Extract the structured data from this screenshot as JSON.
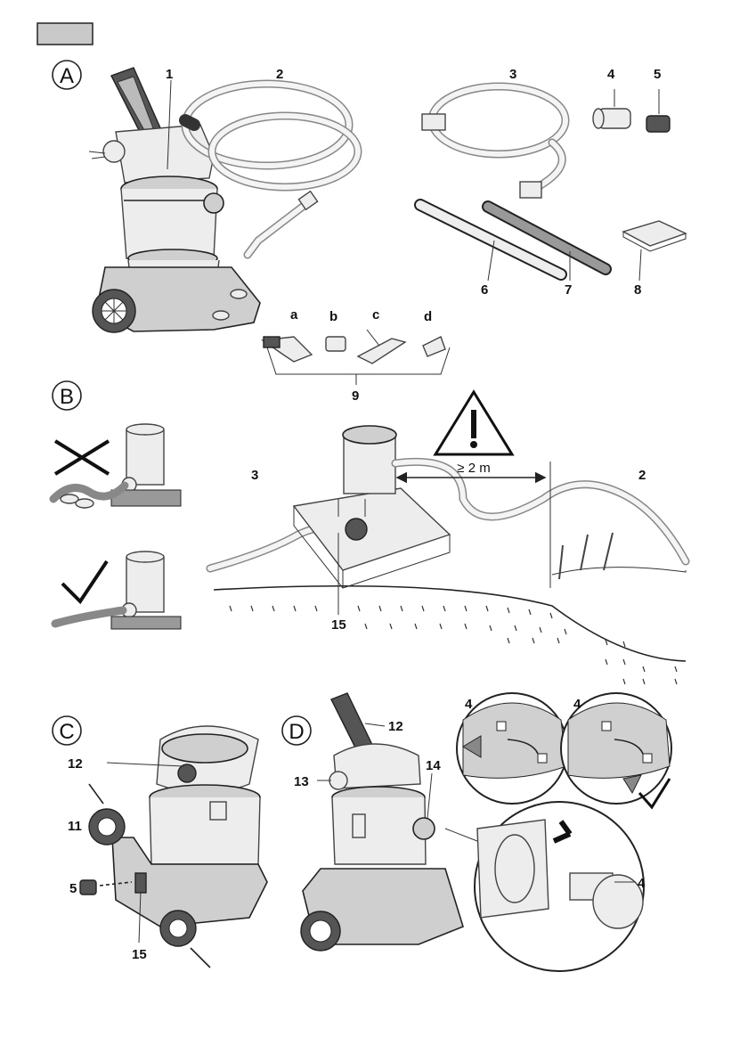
{
  "header": {
    "tab_color": "#c9c9c9"
  },
  "section_a": {
    "letter": "A",
    "labels": {
      "n1": "1",
      "n2": "2",
      "n3": "3",
      "n4": "4",
      "n5": "5",
      "n6": "6",
      "n7": "7",
      "n8": "8",
      "n9": "9",
      "a": "a",
      "b": "b",
      "c": "c",
      "d": "d"
    }
  },
  "section_b": {
    "letter": "B",
    "labels": {
      "n3": "3",
      "n2": "2",
      "n15": "15"
    },
    "distance": "≥ 2 m",
    "icons": {
      "wrong": "cross-mark-icon",
      "right": "check-mark-icon",
      "warning": "warning-triangle-icon"
    }
  },
  "section_c": {
    "letter": "C",
    "labels": {
      "n12": "12",
      "n11": "11",
      "n5": "5",
      "n15": "15"
    }
  },
  "section_d": {
    "letter": "D",
    "labels": {
      "n12": "12",
      "n13": "13",
      "n14": "14",
      "n4a": "4",
      "n4b": "4",
      "n4c": "4"
    },
    "icons": {
      "lock": "lock-icon",
      "unlock": "unlock-icon",
      "check": "check-mark-icon"
    }
  }
}
